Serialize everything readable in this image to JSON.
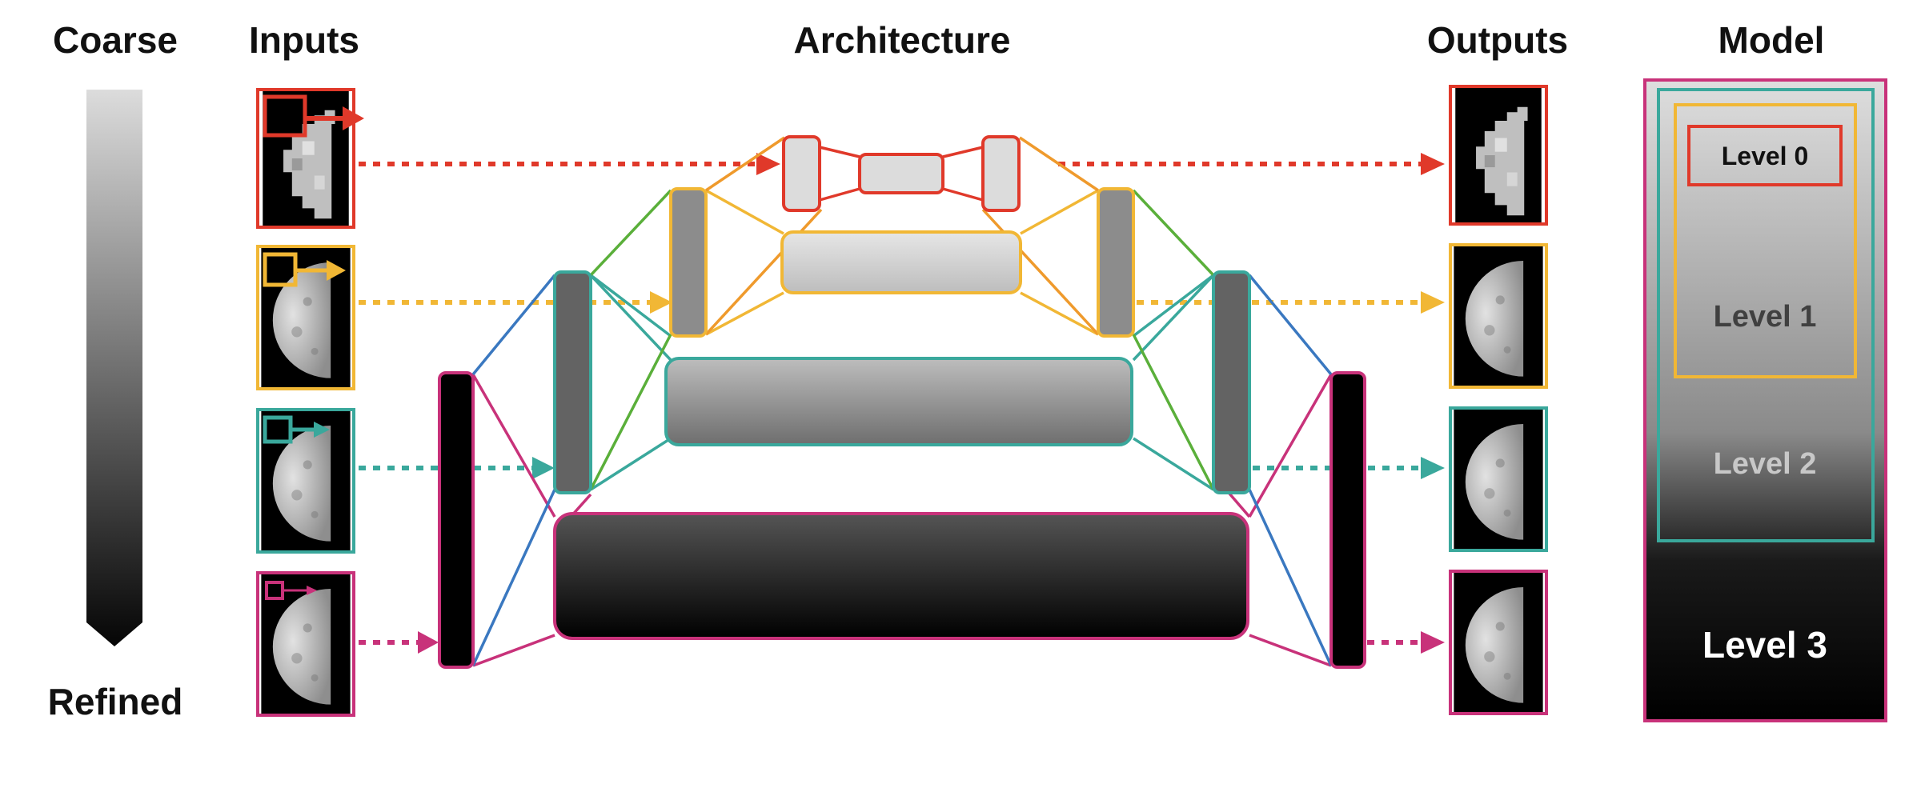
{
  "headers": {
    "coarse": "Coarse",
    "inputs": "Inputs",
    "architecture": "Architecture",
    "outputs": "Outputs",
    "model": "Model",
    "refined": "Refined"
  },
  "levels": [
    {
      "label": "Level 0",
      "color": "#e0392a"
    },
    {
      "label": "Level 1",
      "color": "#f1b735"
    },
    {
      "label": "Level 2",
      "color": "#3aa89c"
    },
    {
      "label": "Level 3",
      "color": "#c8327a"
    }
  ],
  "connection_colors": {
    "green": "#5aaf3a",
    "orange": "#ef9a2c",
    "blue": "#3a78c0",
    "magenta": "#c8327a"
  },
  "icons": {
    "input_thumbnail": "moon-crescent-icon",
    "output_thumbnail": "moon-crescent-icon",
    "patch": "square-arrow-icon"
  }
}
